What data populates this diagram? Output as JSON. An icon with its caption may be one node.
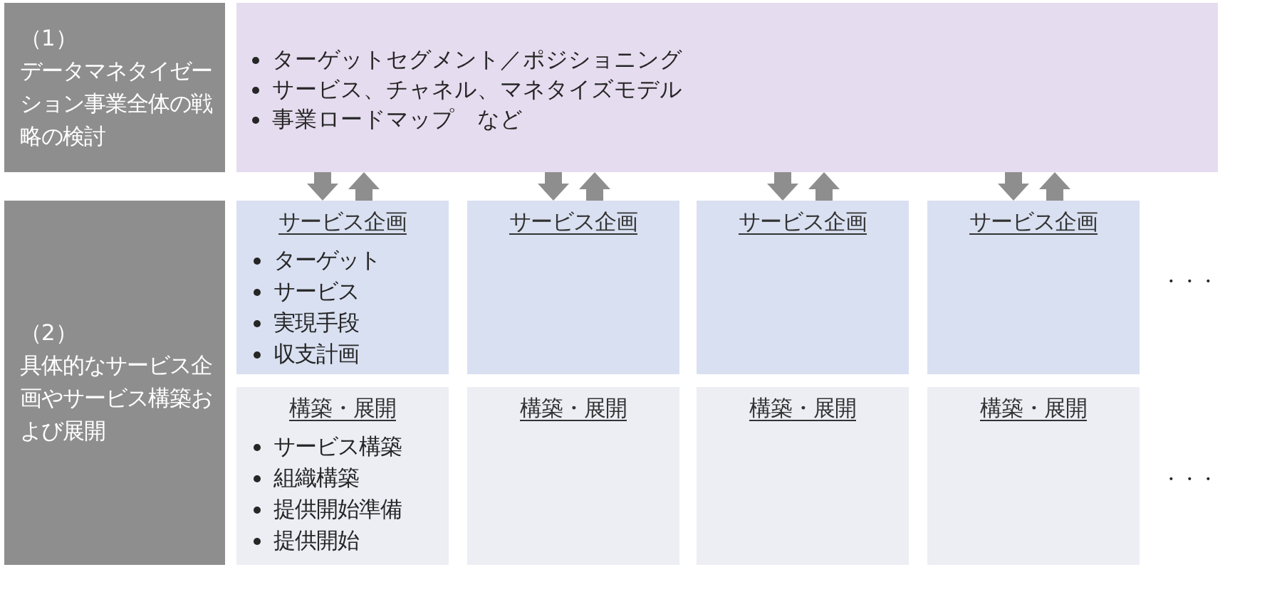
{
  "diagram": {
    "nodes": [
      {
        "text": [
          "（1）",
          "データマネタイゼーション事業全体の戦略の検討"
        ]
      },
      {
        "text": [
          "ターゲットセグメント／ポジショニング",
          "サービス、チャネル、マネタイズモデル",
          "事業ロードマップ　など"
        ]
      },
      {
        "text": [
          "（2）",
          "具体的なサービス企画やサービス構築および展開"
        ]
      },
      {
        "text": [
          "サービス企画",
          "ターゲット",
          "サービス",
          "実現手段",
          "収支計画"
        ]
      },
      {
        "text": [
          "サービス企画"
        ]
      },
      {
        "text": [
          "サービス企画"
        ]
      },
      {
        "text": [
          "サービス企画"
        ]
      },
      {
        "text": [
          "構築・展開",
          "サービス構築",
          "組織構築",
          "提供開始準備",
          "提供開始"
        ]
      },
      {
        "text": [
          "構築・展開"
        ]
      },
      {
        "text": [
          "構築・展開"
        ]
      },
      {
        "text": [
          "構築・展開"
        ]
      }
    ],
    "edges": [
      {
        "from": 1,
        "to": 3,
        "arrow": "to"
      },
      {
        "from": 3,
        "to": 1,
        "arrow": "to"
      },
      {
        "from": 1,
        "to": 4,
        "arrow": "to"
      },
      {
        "from": 4,
        "to": 1,
        "arrow": "to"
      },
      {
        "from": 1,
        "to": 5,
        "arrow": "to"
      },
      {
        "from": 5,
        "to": 1,
        "arrow": "to"
      },
      {
        "from": 1,
        "to": 6,
        "arrow": "to"
      },
      {
        "from": 6,
        "to": 1,
        "arrow": "to"
      }
    ],
    "labels": [
      "・・・",
      "・・・"
    ]
  }
}
